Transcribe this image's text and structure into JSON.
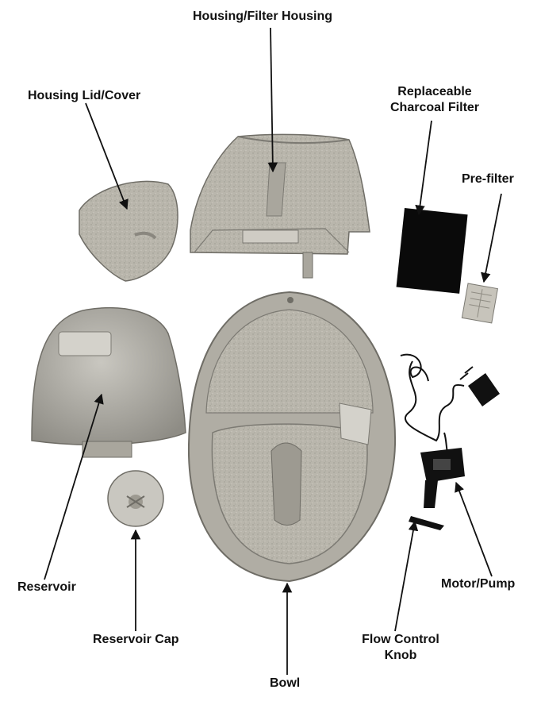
{
  "labels": {
    "housing_filter_housing": "Housing/Filter Housing",
    "housing_lid_cover": "Housing Lid/Cover",
    "replaceable_charcoal_filter_line1": "Replaceable",
    "replaceable_charcoal_filter_line2": "Charcoal Filter",
    "pre_filter": "Pre-filter",
    "reservoir": "Reservoir",
    "reservoir_cap": "Reservoir Cap",
    "bowl": "Bowl",
    "flow_control_knob_line1": "Flow Control",
    "flow_control_knob_line2": "Knob",
    "motor_pump": "Motor/Pump"
  },
  "colors": {
    "plastic": "#b9b6ac",
    "plastic_dark": "#8f8c83",
    "plastic_light": "#d8d6cf",
    "filter": "#0a0a0a",
    "ink": "#111111"
  }
}
